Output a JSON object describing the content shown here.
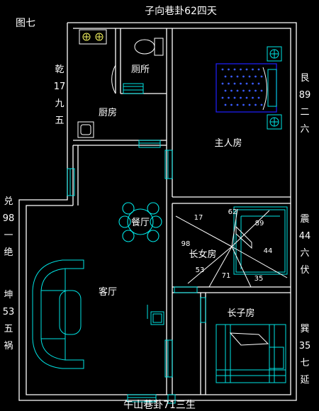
{
  "figure_label": "图七",
  "top_label": "子向巷卦62四天",
  "bottom_label": "午山巷卦71三生",
  "left_labels": {
    "qian": [
      "乾",
      "17",
      "九",
      "五"
    ],
    "dui": [
      "兑",
      "98",
      "一",
      "绝"
    ],
    "kun": [
      "坤",
      "53",
      "五",
      "祸"
    ]
  },
  "right_labels": {
    "gen": [
      "艮",
      "89",
      "二",
      "六"
    ],
    "zhen": [
      "震",
      "44",
      "六",
      "伏"
    ],
    "xun": [
      "巽",
      "35",
      "七",
      "延"
    ]
  },
  "rooms": {
    "toilet": "厕所",
    "kitchen": "厨房",
    "master_bedroom": "主人房",
    "dining": "餐厅",
    "living": "客厅",
    "eldest_daughter": "长女房",
    "eldest_son": "长子房"
  },
  "daughter_room_numbers": [
    "17",
    "62",
    "89",
    "98",
    "44",
    "53",
    "71",
    "35"
  ],
  "colors": {
    "wall": "#ffffff",
    "furniture": "#00e5e5",
    "bed": "#2020ff",
    "background": "#000000"
  }
}
